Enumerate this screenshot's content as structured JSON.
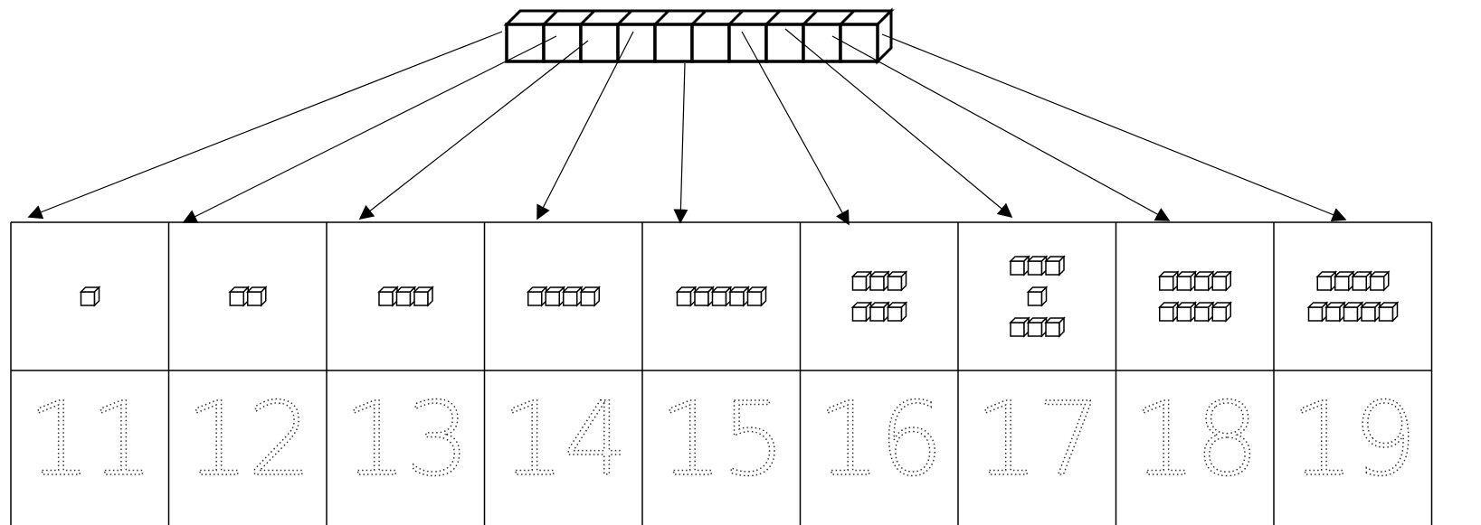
{
  "ten_rod": {
    "cube_count": 10
  },
  "columns": [
    {
      "number": "11",
      "extra_cubes": 1,
      "rows": [
        1
      ]
    },
    {
      "number": "12",
      "extra_cubes": 2,
      "rows": [
        2
      ]
    },
    {
      "number": "13",
      "extra_cubes": 3,
      "rows": [
        3
      ]
    },
    {
      "number": "14",
      "extra_cubes": 4,
      "rows": [
        4
      ]
    },
    {
      "number": "15",
      "extra_cubes": 5,
      "rows": [
        5
      ]
    },
    {
      "number": "16",
      "extra_cubes": 6,
      "rows": [
        3,
        3
      ]
    },
    {
      "number": "17",
      "extra_cubes": 7,
      "rows": [
        3,
        1,
        3
      ]
    },
    {
      "number": "18",
      "extra_cubes": 8,
      "rows": [
        4,
        4
      ]
    },
    {
      "number": "19",
      "extra_cubes": 9,
      "rows": [
        4,
        5
      ]
    }
  ]
}
